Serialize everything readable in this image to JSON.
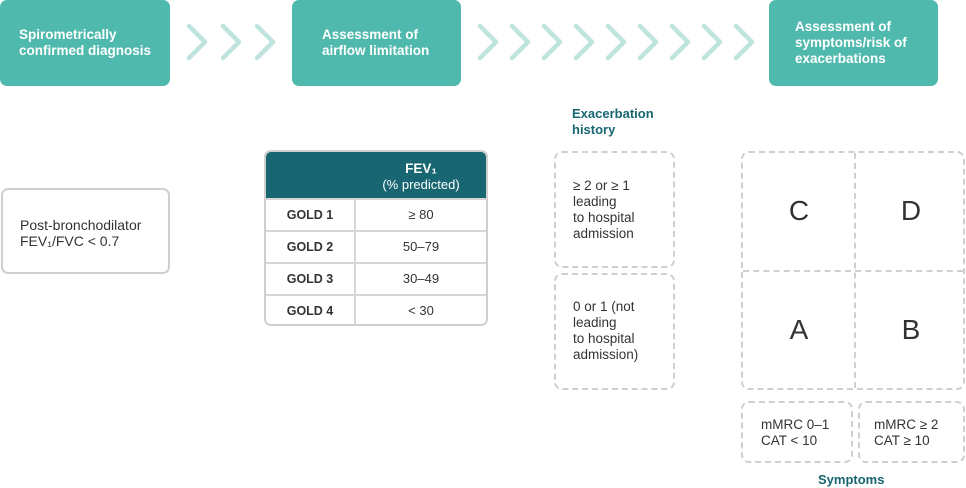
{
  "steps": {
    "step1": {
      "line1": "Spirometrically",
      "line2": "confirmed diagnosis"
    },
    "step2": {
      "line1": "Assessment of",
      "line2": "airflow limitation"
    },
    "step3": {
      "line1": "Assessment of",
      "line2": "symptoms/risk of",
      "line3": "exacerbations"
    }
  },
  "diagnosis_box": {
    "line1": "Post-bronchodilator",
    "line2": "FEV₁/FVC < 0.7"
  },
  "gold_table": {
    "header_title": "FEV₁",
    "header_subtitle": "(% predicted)",
    "rows": [
      {
        "grade": "GOLD 1",
        "value": "≥ 80"
      },
      {
        "grade": "GOLD 2",
        "value": "50–79"
      },
      {
        "grade": "GOLD 3",
        "value": "30–49"
      },
      {
        "grade": "GOLD 4",
        "value": "< 30"
      }
    ]
  },
  "exacerbation": {
    "title_line1": "Exacerbation",
    "title_line2": "history",
    "high": [
      "≥ 2 or ≥ 1",
      "leading",
      "to hospital",
      "admission"
    ],
    "low": [
      "0 or 1 (not",
      "leading",
      "to hospital",
      "admission)"
    ]
  },
  "groups": {
    "top_left": "C",
    "top_right": "D",
    "bottom_left": "A",
    "bottom_right": "B"
  },
  "symptoms": {
    "left": {
      "line1": "mMRC 0–1",
      "line2": "CAT < 10"
    },
    "right": {
      "line1": "mMRC ≥ 2",
      "line2": "CAT ≥ 10"
    },
    "title": "Symptoms"
  },
  "colors": {
    "teal_step": "#4fb9ad",
    "dark_teal": "#176672",
    "chevron": "#bfe4e0",
    "border_grey": "#cfcfcf"
  }
}
